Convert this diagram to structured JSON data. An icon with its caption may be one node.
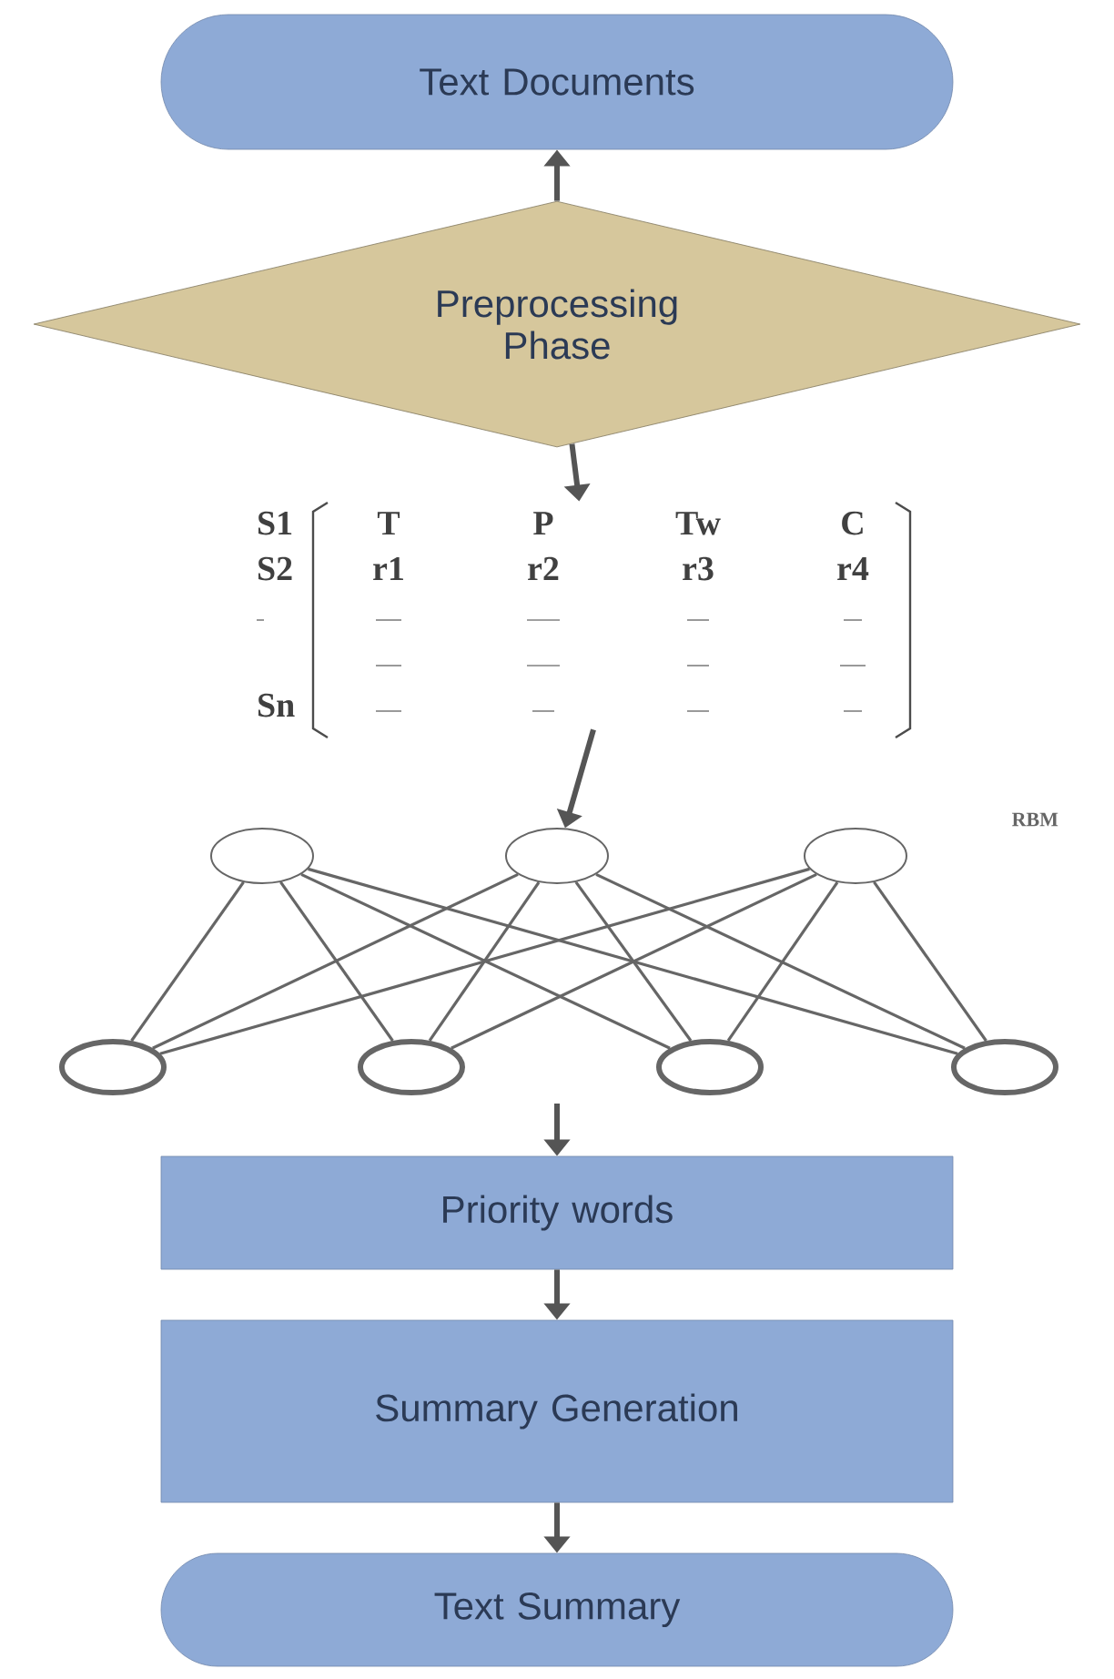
{
  "diagram": {
    "nodes": [
      {
        "text": [
          "Text Documents"
        ]
      },
      {
        "text": [
          "Preprocessing Phase"
        ]
      },
      {
        "text": [
          "S1",
          "T",
          "P",
          "Tw",
          "C",
          "S2",
          "r1",
          "r2",
          "r3",
          "r4",
          "Sn"
        ]
      },
      {
        "text": [],
        "shape": "circle"
      },
      {
        "text": [],
        "shape": "circle"
      },
      {
        "text": [],
        "shape": "circle"
      },
      {
        "text": [],
        "shape": "circle"
      },
      {
        "text": [],
        "shape": "circle"
      },
      {
        "text": [],
        "shape": "circle"
      },
      {
        "text": [],
        "shape": "circle"
      },
      {
        "text": [
          "Priority words"
        ]
      },
      {
        "text": [
          "Summary Generation"
        ]
      },
      {
        "text": [
          "Text Summary"
        ]
      }
    ],
    "edges": [
      {
        "from": 1,
        "to": 0,
        "arrow": "to"
      },
      {
        "from": 1,
        "to": 2,
        "arrow": "to"
      },
      {
        "from": 2,
        "to": 4,
        "arrow": "to"
      },
      {
        "from": 3,
        "to": 6,
        "arrow": "none"
      },
      {
        "from": 3,
        "to": 7,
        "arrow": "none"
      },
      {
        "from": 3,
        "to": 8,
        "arrow": "none"
      },
      {
        "from": 3,
        "to": 9,
        "arrow": "none"
      },
      {
        "from": 4,
        "to": 6,
        "arrow": "none"
      },
      {
        "from": 4,
        "to": 7,
        "arrow": "none"
      },
      {
        "from": 4,
        "to": 8,
        "arrow": "none"
      },
      {
        "from": 4,
        "to": 9,
        "arrow": "none"
      },
      {
        "from": 5,
        "to": 6,
        "arrow": "none"
      },
      {
        "from": 5,
        "to": 7,
        "arrow": "none"
      },
      {
        "from": 5,
        "to": 8,
        "arrow": "none"
      },
      {
        "from": 5,
        "to": 9,
        "arrow": "none"
      },
      {
        "from": null,
        "to": 10,
        "arrow": "to"
      },
      {
        "from": 10,
        "to": 11,
        "arrow": "to"
      },
      {
        "from": 11,
        "to": 12,
        "arrow": "to"
      }
    ],
    "labels": [
      "RBM"
    ]
  }
}
